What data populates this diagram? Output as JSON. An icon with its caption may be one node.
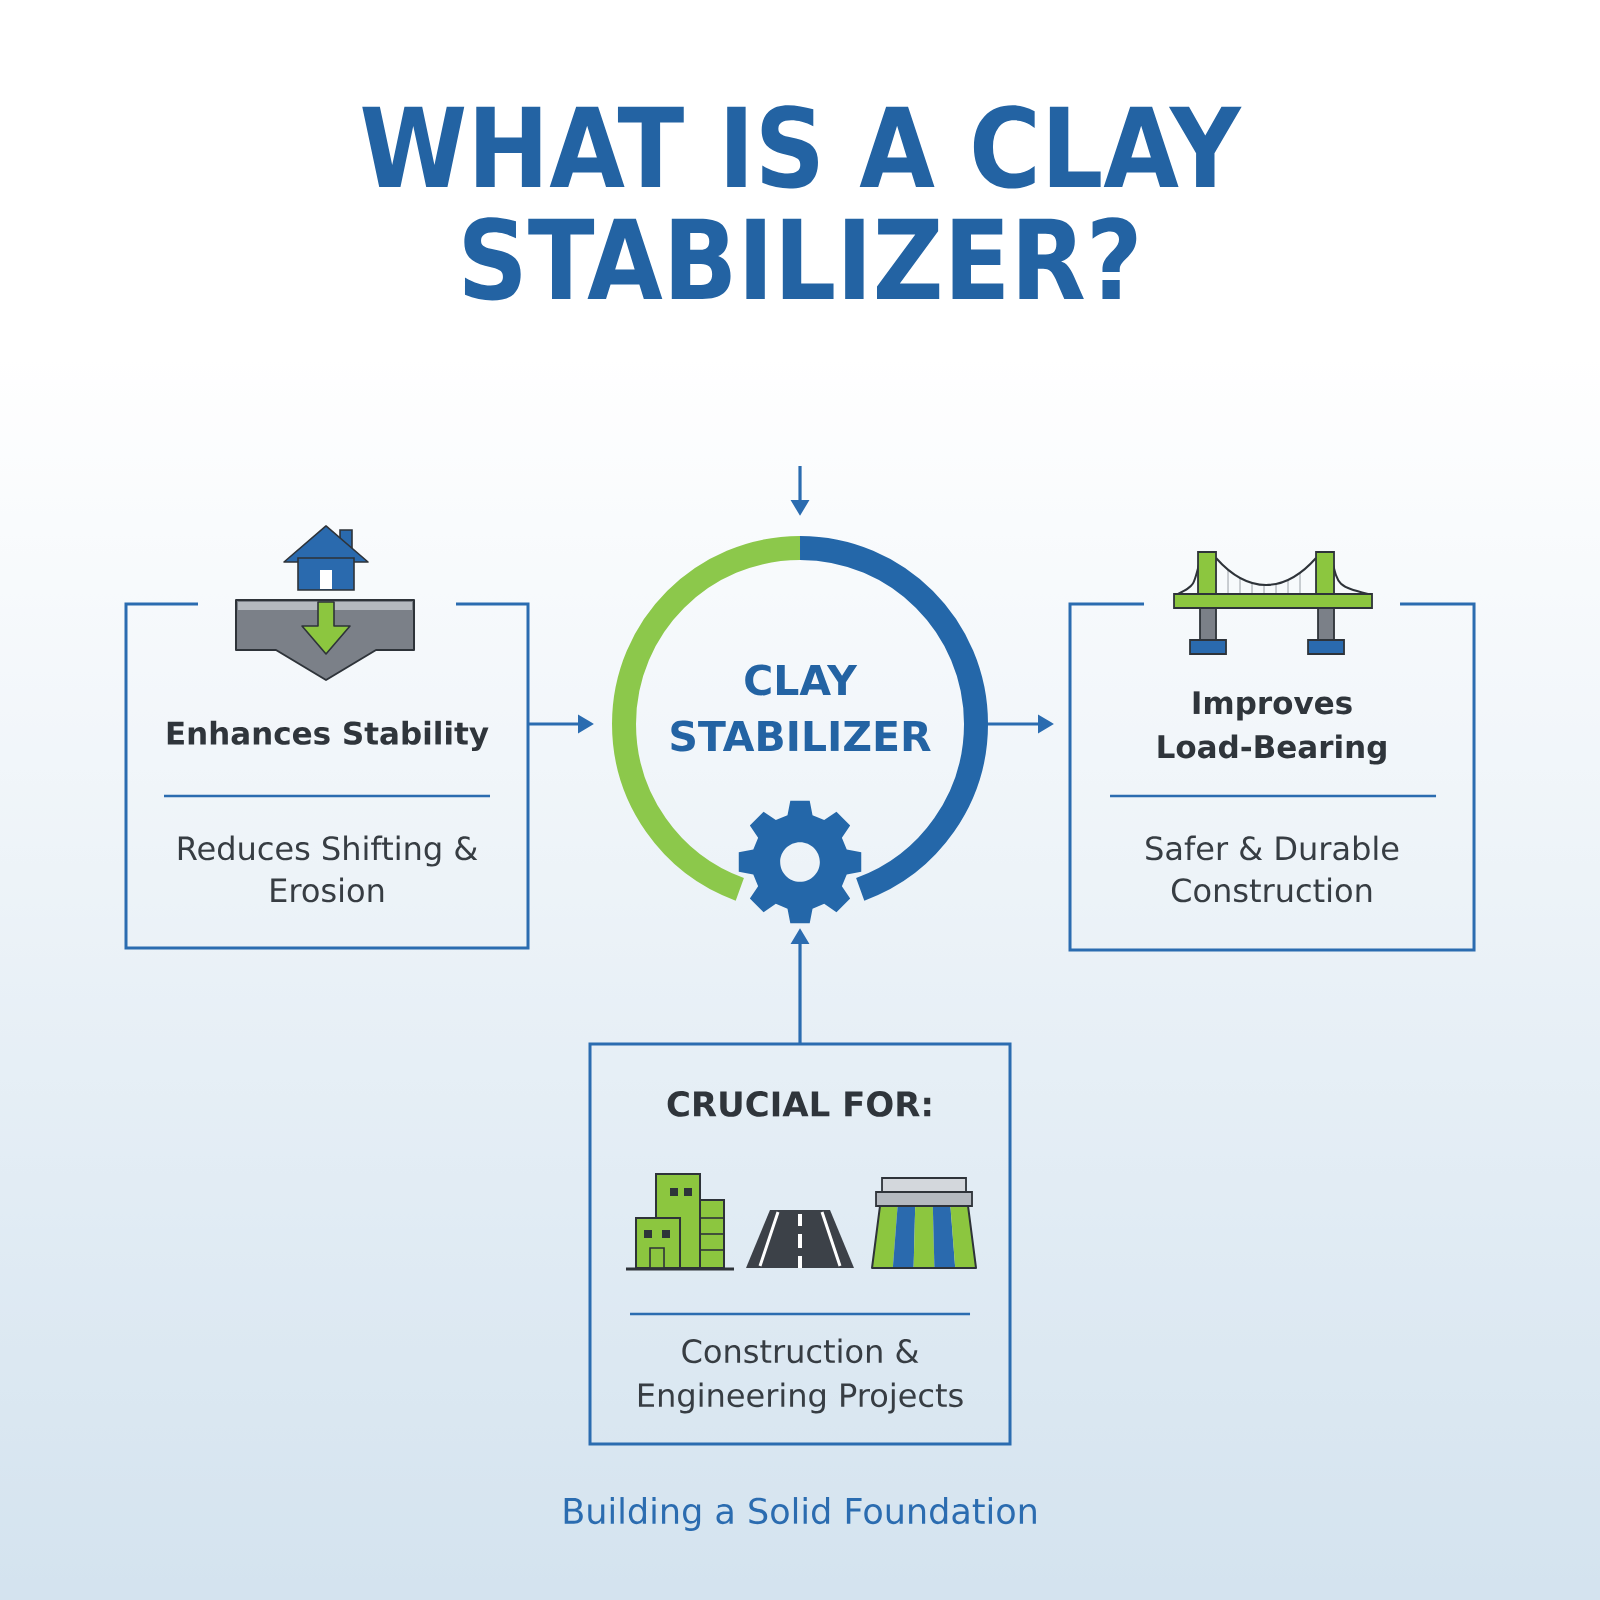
{
  "diagram": {
    "title": "WHAT IS A CLAY STABILIZER?",
    "nodes": [
      {
        "text": [
          "Enhances Stability",
          "Reduces Shifting & Erosion"
        ]
      },
      {
        "text": [
          "CLAY STABILIZER"
        ]
      },
      {
        "text": [
          "Improves Load-Bearing",
          "Safer & Durable Construction"
        ]
      },
      {
        "text": [
          "CRUCIAL FOR:",
          "Construction & Engineering Projects"
        ]
      }
    ],
    "edges": [
      {
        "from": null,
        "to": 1,
        "arrow": "to"
      },
      {
        "from": 0,
        "to": 1,
        "arrow": "to"
      },
      {
        "from": 1,
        "to": 2,
        "arrow": "to"
      },
      {
        "from": 3,
        "to": 1,
        "arrow": "to"
      }
    ],
    "caption": "Building a Solid Foundation"
  }
}
